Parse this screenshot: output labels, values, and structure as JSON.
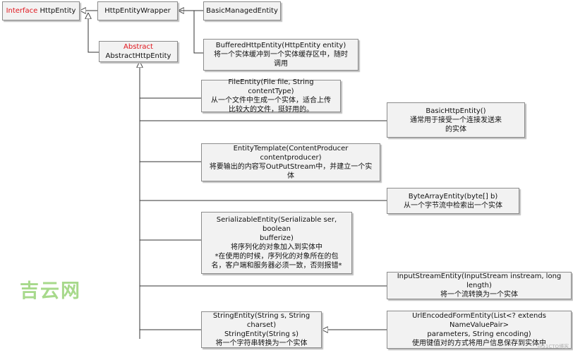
{
  "nodes": {
    "http_entity": {
      "prefix": "Interface",
      "name": "HttpEntity"
    },
    "http_entity_wrapper": {
      "name": "HttpEntityWrapper"
    },
    "basic_managed_entity": {
      "name": "BasicManagedEntity"
    },
    "abstract_http_entity": {
      "prefix": "Abstract",
      "name": "AbstractHttpEntity"
    },
    "buffered_http_entity": {
      "title": "BufferedHttpEntity(HttpEntity entity)",
      "desc1": "将一个实体缓冲到一个实体缓存区中，随时",
      "desc2": "调用"
    },
    "file_entity": {
      "title": "FileEntity(File file, String contentType)",
      "desc1": "从一个文件中生成一个实体，适合上传",
      "desc2": "比较大的文件，挺好用的。"
    },
    "basic_http_entity": {
      "title": "BasicHttpEntity()",
      "desc1": "通常用于接受一个连接发送来",
      "desc2": "的实体"
    },
    "entity_template": {
      "title": "EntityTemplate(ContentProducer contentproducer)",
      "desc1": "将要输出的内容写OutPutStream中，并建立一个实",
      "desc2": "体"
    },
    "byte_array_entity": {
      "title": "ByteArrayEntity(byte[] b)",
      "desc1": "从一个字节流中检索出一个实体"
    },
    "serializable_entity": {
      "title1": "SerializableEntity(Serializable ser, boolean",
      "title2": "bufferize)",
      "desc1": "将序列化的对象加入到实体中",
      "desc2": "*在使用的时候，序列化的对象所在的包",
      "desc3": "名，客户端和服务器必须一致，否则报错*"
    },
    "input_stream_entity": {
      "title": "InputStreamEntity(InputStream instream, long length)",
      "desc1": "将一个流转换为一个实体"
    },
    "string_entity": {
      "title1": "StringEntity(String s, String charset)",
      "title2": "StringEntity(String s)",
      "desc1": "将一个字符串转换为一个实体"
    },
    "url_encoded_form_entity": {
      "title1": "UrlEncodedFormEntity(List<? extends NameValuePair>",
      "title2": "parameters, String encoding)",
      "desc1": "使用键值对的方式将用户信息保存到实体中"
    }
  },
  "watermark": "吉云网",
  "corner_mark": "@51CTO博客"
}
